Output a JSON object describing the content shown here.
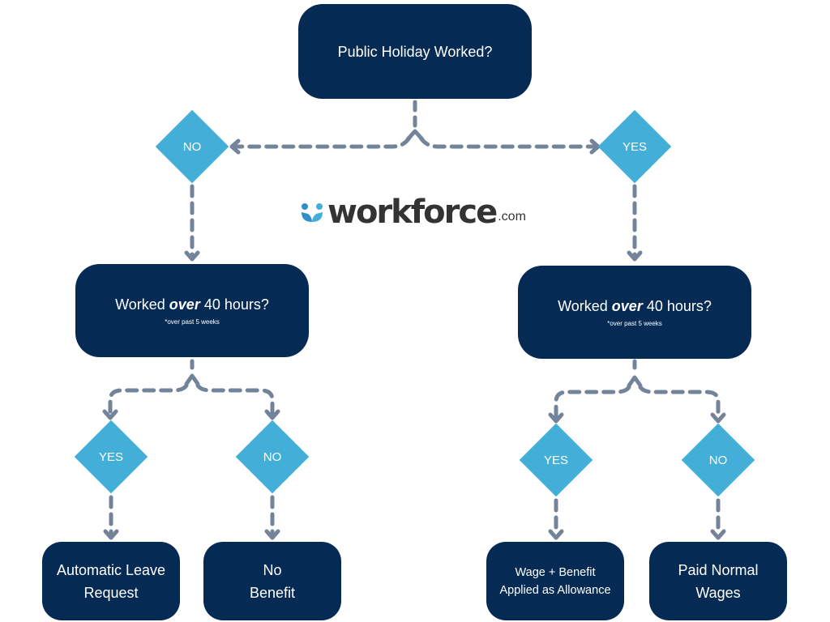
{
  "colors": {
    "box_fill": "#052b54",
    "diamond_fill": "#43aed8",
    "connector": "#738399",
    "logo_text": "#333333",
    "logo_accent": "#43aed8"
  },
  "logo": {
    "icon": "workforce-logo-icon",
    "word": "workforce",
    "domain": ".com"
  },
  "root": {
    "title": "Public Holiday Worked?"
  },
  "branches": {
    "left": {
      "decision": "NO",
      "question": {
        "title_pre": "Worked ",
        "title_em": "over",
        "title_post": " 40 hours?",
        "note": "*over past 5 weeks"
      },
      "yes": {
        "decision": "YES",
        "outcome": [
          "Automatic Leave",
          "Request"
        ]
      },
      "no": {
        "decision": "NO",
        "outcome": [
          "No",
          "Benefit"
        ]
      }
    },
    "right": {
      "decision": "YES",
      "question": {
        "title_pre": "Worked ",
        "title_em": "over",
        "title_post": " 40 hours?",
        "note": "*over past 5 weeks"
      },
      "yes": {
        "decision": "YES",
        "outcome": [
          "Wage + Benefit",
          "Applied as Allowance"
        ]
      },
      "no": {
        "decision": "NO",
        "outcome": [
          "Paid Normal",
          "Wages"
        ]
      }
    }
  }
}
